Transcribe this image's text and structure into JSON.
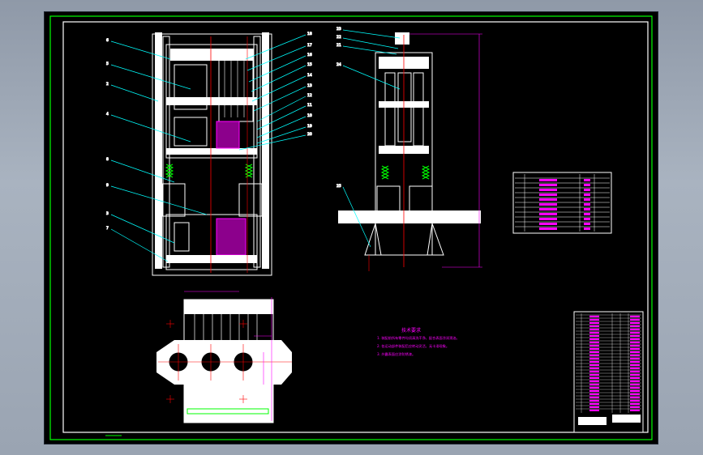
{
  "colors": {
    "background": "#000000",
    "frame": "#ffffff",
    "outer_frame": "#00ff00",
    "part_outline": "#ffffff",
    "leader": "#00ffff",
    "centerline": "#ff0000",
    "dimension": "#ff00ff",
    "hatch": "#ff00ff",
    "spring": "#00ff00",
    "desktop": "#a3adbb"
  },
  "views": {
    "front": {
      "left_balloons": [
        "6",
        "5",
        "2",
        "4",
        "8",
        "9",
        "3",
        "7"
      ],
      "right_balloons": [
        "18",
        "17",
        "16",
        "15",
        "14",
        "13",
        "12",
        "11",
        "10",
        "19",
        "20"
      ]
    },
    "side": {
      "balloons": [
        "23",
        "22",
        "21",
        "24",
        "25"
      ]
    },
    "top": {
      "balloons": []
    }
  },
  "technical_notes": {
    "title": "技术要求",
    "lines": [
      "1. 装配前所有零件均须清洗干净，配合表面涂润滑油。",
      "2. 各运动部件装配后应转动灵活，无卡滞现象。",
      "3. 外露表面应涂防锈漆。"
    ]
  },
  "parts_table": {
    "rows": 11
  },
  "title_block": {
    "rows": 30
  }
}
